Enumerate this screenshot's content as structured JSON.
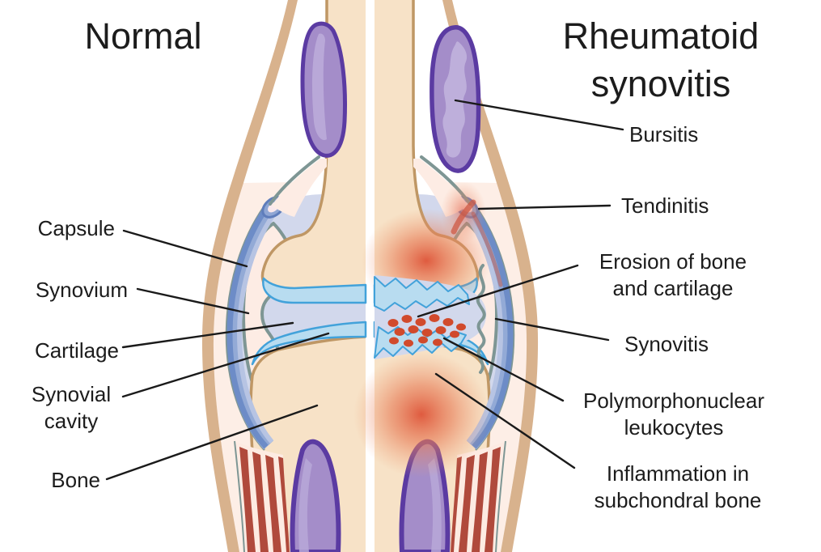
{
  "diagram": {
    "type": "medical-anatomy-comparison",
    "subject": "Knee joint: normal vs rheumatoid synovitis",
    "titles": {
      "left": "Normal",
      "right": "Rheumatoid synovitis"
    },
    "left_labels": {
      "capsule": "Capsule",
      "synovium": "Synovium",
      "cartilage": "Cartilage",
      "synovial_cavity": "Synovial cavity",
      "bone": "Bone"
    },
    "right_labels": {
      "bursitis": "Bursitis",
      "tendinitis": "Tendinitis",
      "erosion": "Erosion of bone and cartilage",
      "synovitis": "Synovitis",
      "leukocytes": "Polymorphonuclear leukocytes",
      "inflammation": "Inflammation in subchondral bone"
    },
    "palette": {
      "background": "#ffffff",
      "text": "#1c1c1c",
      "leader_line": "#1a1a1a",
      "skin_band": "#d8b28d",
      "skin_fill": "#fdeee6",
      "bone_fill": "#f7e2c7",
      "bone_outline": "#bf9765",
      "cartilage_fill": "#b8dcf0",
      "cartilage_outline": "#42a2da",
      "synovial_cavity": "#d2d8ec",
      "capsule_blue_dark": "#6d8cc7",
      "capsule_blue_mid": "#93aad6",
      "capsule_blue_light": "#b7c4e3",
      "synovium_line": "#7e9694",
      "muscle_red": "#b04a3c",
      "bursa_outline": "#5b3ba2",
      "bursa_fill": "#a48dc9",
      "bursa_highlight": "#b9a8d8",
      "inflammation_red": "#e05136",
      "leukocyte_dot": "#d14a2c"
    }
  }
}
